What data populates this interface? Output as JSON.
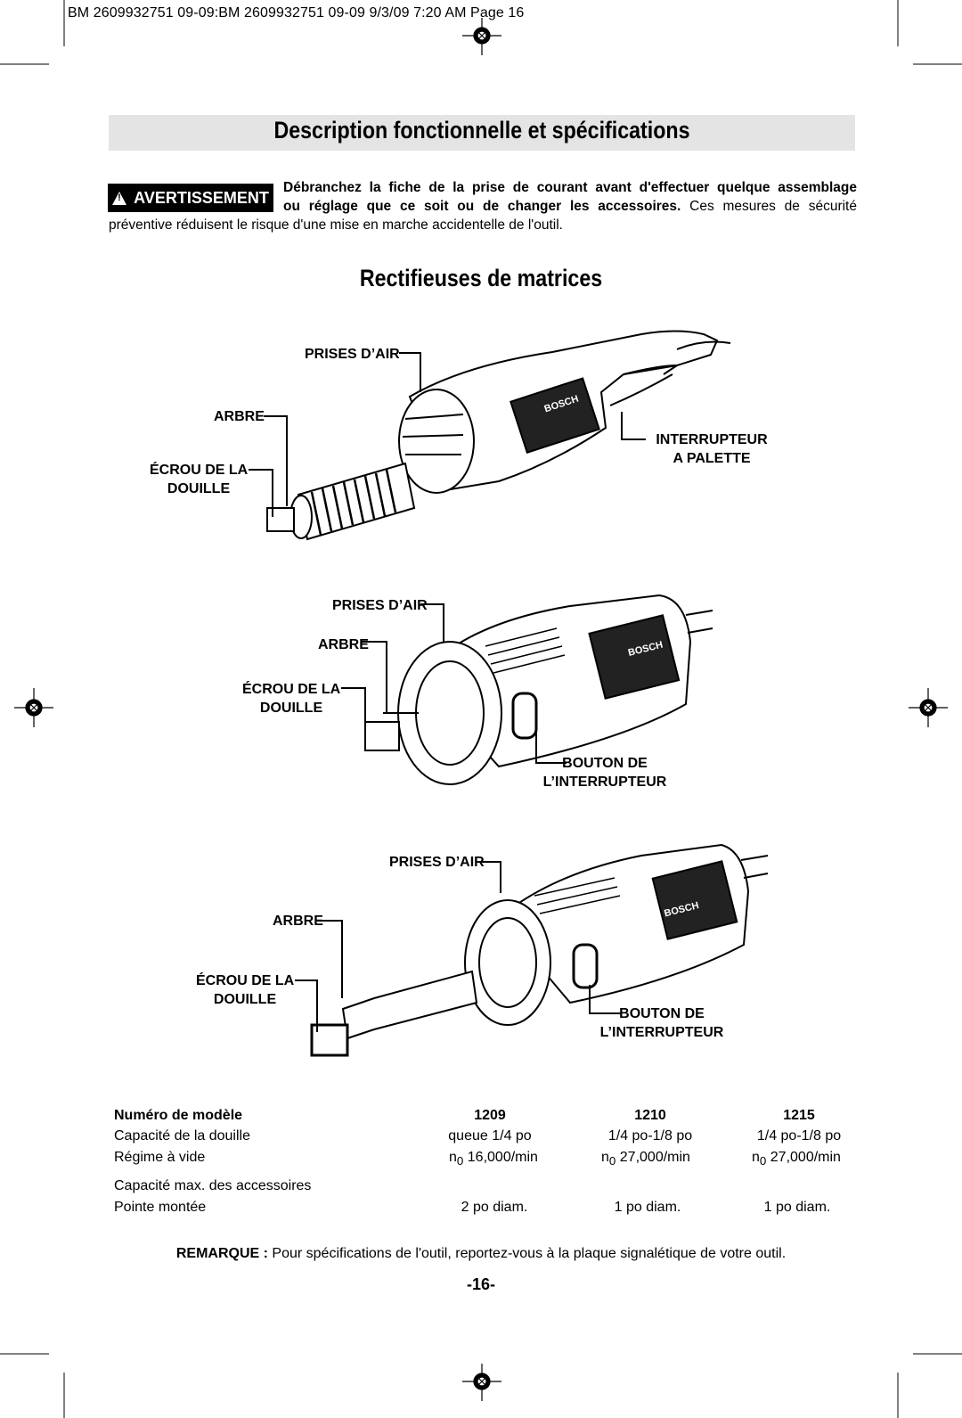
{
  "header": {
    "text": "BM 2609932751 09-09:BM 2609932751 09-09  9/3/09  7:20 AM  Page 16"
  },
  "section_title": "Description fonctionnelle et spécifications",
  "warning": {
    "badge": "AVERTISSEMENT",
    "line1_bold": "Débranchez la fiche de la prise de courant avant d'effectuer quelque assemblage",
    "line2_bold": "ou réglage que ce soit ou de changer les accessoires.",
    "line2_normal": " Ces mesures de sécurité",
    "line3": "préventive réduisent le risque d'une mise en marche accidentelle de l'outil."
  },
  "subtitle": "Rectifieuses de matrices",
  "figures": {
    "fig1": {
      "prises": "PRISES D’AIR",
      "arbre": "ARBRE",
      "ecrou1": "ÉCROU DE LA",
      "ecrou2": "DOUILLE",
      "switch1": "INTERRUPTEUR",
      "switch2": "A PALETTE",
      "brand": "BOSCH"
    },
    "fig2": {
      "prises": "PRISES D’AIR",
      "arbre": "ARBRE",
      "ecrou1": "ÉCROU DE LA",
      "ecrou2": "DOUILLE",
      "switch1": "BOUTON DE",
      "switch2": "L’INTERRUPTEUR",
      "brand": "BOSCH"
    },
    "fig3": {
      "prises": "PRISES D’AIR",
      "arbre": "ARBRE",
      "ecrou1": "ÉCROU DE LA",
      "ecrou2": "DOUILLE",
      "switch1": "BOUTON DE",
      "switch2": "L’INTERRUPTEUR",
      "brand": "BOSCH"
    }
  },
  "specs": {
    "header": {
      "label": "Numéro de modèle",
      "m1": "1209",
      "m2": "1210",
      "m3": "1215"
    },
    "row1": {
      "label": "Capacité de la douille",
      "m1": "queue 1/4 po",
      "m2": "1/4 po-1/8 po",
      "m3": "1/4 po-1/8 po"
    },
    "row2": {
      "label": "Régime à vide",
      "n": "n",
      "sub": "0",
      "m1": "16,000/min",
      "m2": "27,000/min",
      "m3": "27,000/min"
    },
    "row3": {
      "label": "Capacité max. des accessoires"
    },
    "row4": {
      "label": "Pointe montée",
      "m1": "2 po diam.",
      "m2": "1 po diam.",
      "m3": "1 po diam."
    }
  },
  "note": {
    "bold": "REMARQUE :",
    "text": " Pour spécifications de l'outil, reportez-vous à la plaque signalétique de votre outil."
  },
  "page_number": "-16-"
}
